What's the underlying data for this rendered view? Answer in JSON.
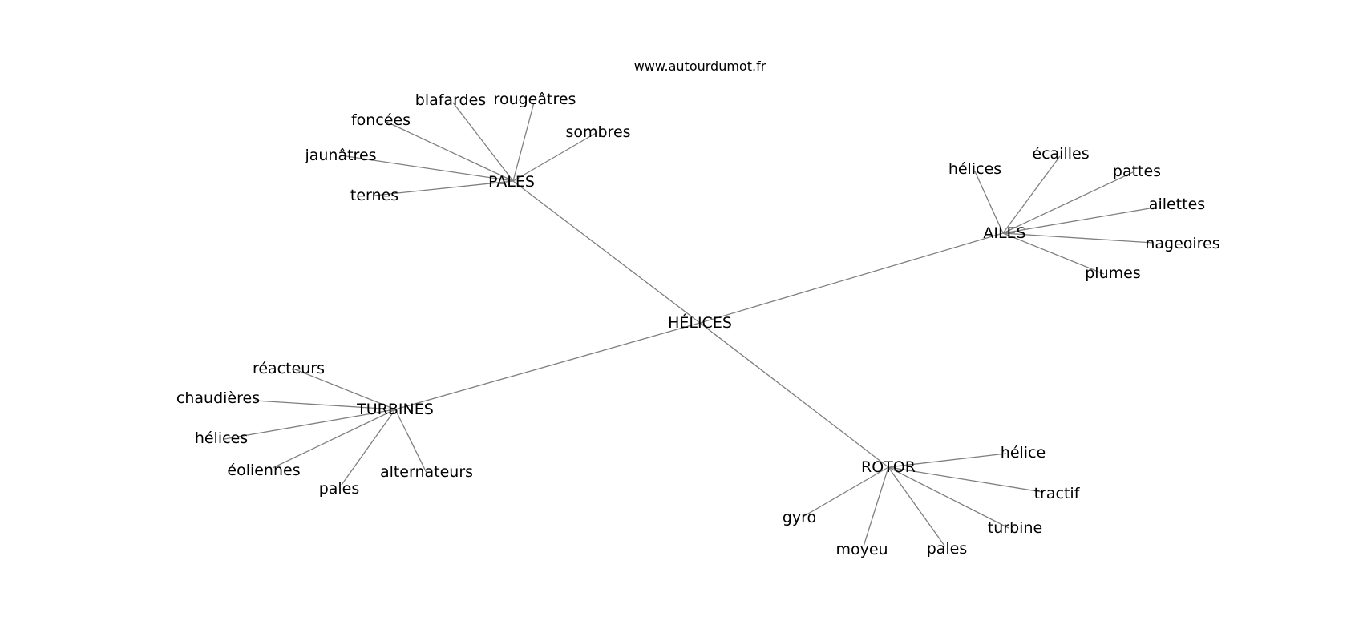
{
  "source": "www.autourdumot.fr",
  "root": "HÉLICES",
  "branches": {
    "pales": {
      "label": "PALES",
      "leaves": [
        "blafardes",
        "rougeâtres",
        "foncées",
        "sombres",
        "jaunâtres",
        "ternes"
      ]
    },
    "ailes": {
      "label": "AILES",
      "leaves": [
        "hélices",
        "écailles",
        "pattes",
        "ailettes",
        "nageoires",
        "plumes"
      ]
    },
    "turbines": {
      "label": "TURBINES",
      "leaves": [
        "réacteurs",
        "chaudières",
        "hélices",
        "éoliennes",
        "pales",
        "alternateurs"
      ]
    },
    "rotor": {
      "label": "ROTOR",
      "leaves": [
        "hélice",
        "tractif",
        "turbine",
        "gyro",
        "moyeu",
        "pales"
      ]
    }
  }
}
